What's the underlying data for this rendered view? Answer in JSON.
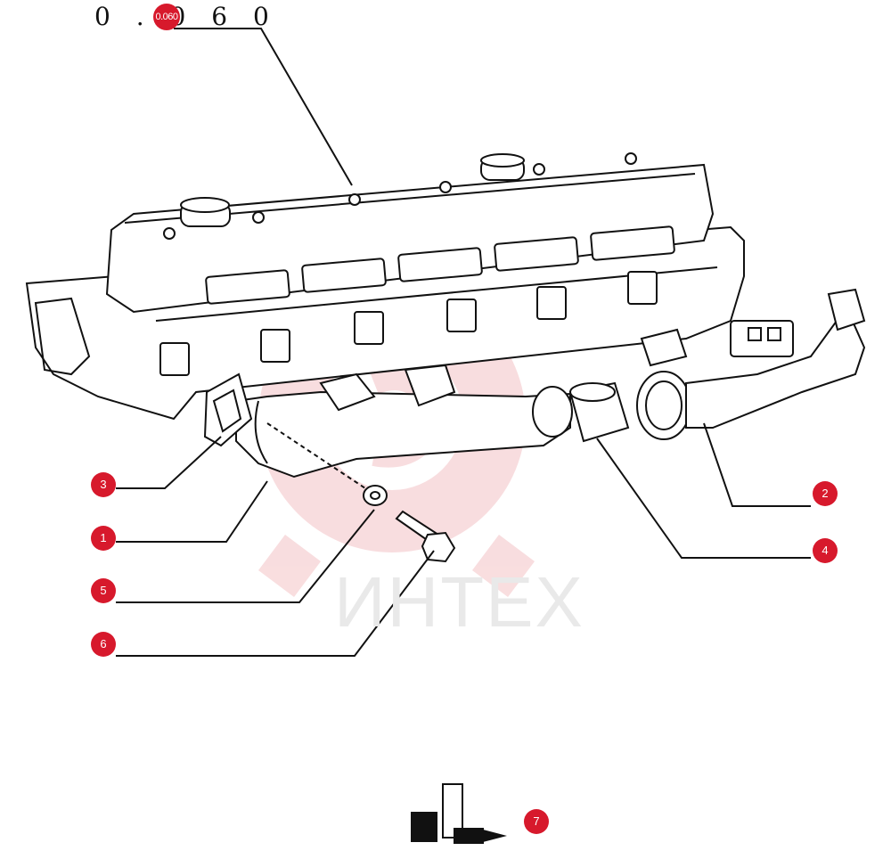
{
  "diagram": {
    "title": "0 . 0 6 0",
    "watermark": "ИНТЕХ",
    "callouts": [
      {
        "id": "title-ref",
        "label": "0.060"
      },
      {
        "id": "c1",
        "label": "1"
      },
      {
        "id": "c2",
        "label": "2"
      },
      {
        "id": "c3",
        "label": "3"
      },
      {
        "id": "c4",
        "label": "4"
      },
      {
        "id": "c5",
        "label": "5"
      },
      {
        "id": "c6",
        "label": "6"
      },
      {
        "id": "c7",
        "label": "7"
      }
    ]
  },
  "colors": {
    "accent": "#d7192c",
    "line": "#111111",
    "watermark": "#f2b9bd"
  }
}
